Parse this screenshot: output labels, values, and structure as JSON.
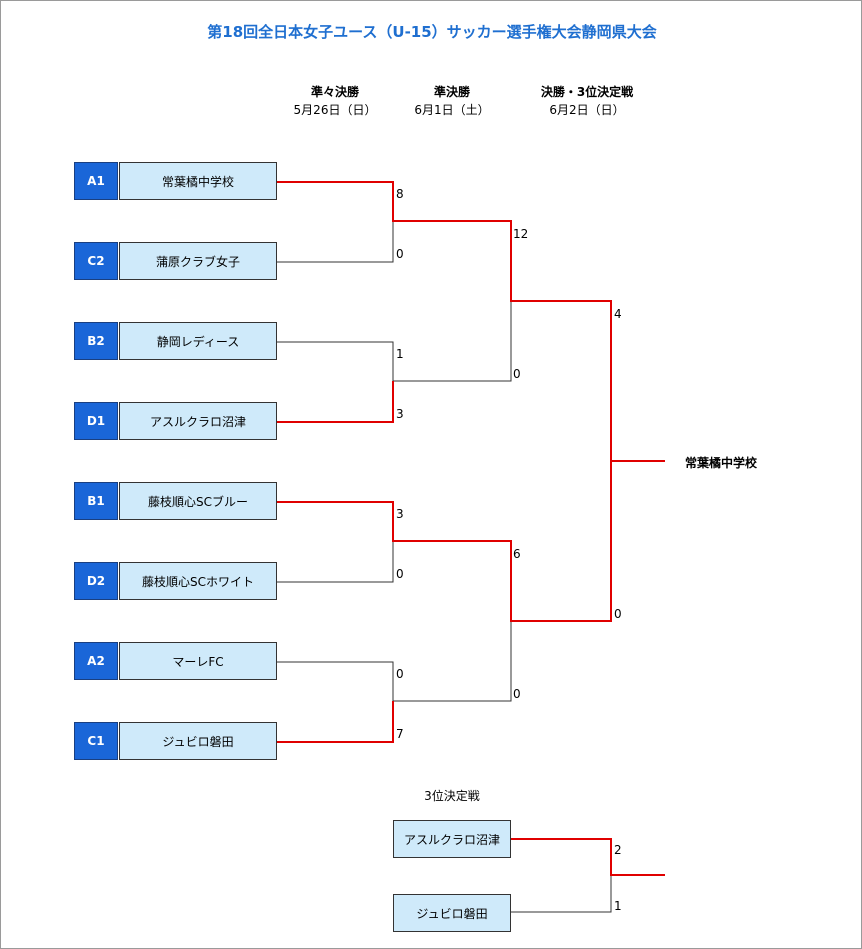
{
  "title": "第18回全日本女子ユース（U-15）サッカー選手権大会静岡県大会",
  "rounds": [
    {
      "name": "準々決勝",
      "date": "5月26日（日）"
    },
    {
      "name": "準決勝",
      "date": "6月1日（土）"
    },
    {
      "name": "決勝・3位決定戦",
      "date": "6月2日（日）"
    }
  ],
  "teams": [
    {
      "seed": "A1",
      "name": "常葉橘中学校"
    },
    {
      "seed": "C2",
      "name": "蒲原クラブ女子"
    },
    {
      "seed": "B2",
      "name": "静岡レディース"
    },
    {
      "seed": "D1",
      "name": "アスルクラロ沼津"
    },
    {
      "seed": "B1",
      "name": "藤枝順心SCブルー"
    },
    {
      "seed": "D2",
      "name": "藤枝順心SCホワイト"
    },
    {
      "seed": "A2",
      "name": "マーレFC"
    },
    {
      "seed": "C1",
      "name": "ジュビロ磐田"
    }
  ],
  "quarterfinal_scores": [
    [
      "8",
      "0"
    ],
    [
      "1",
      "3"
    ],
    [
      "3",
      "0"
    ],
    [
      "0",
      "7"
    ]
  ],
  "semifinal_scores": [
    [
      "12",
      "0"
    ],
    [
      "6",
      "0"
    ]
  ],
  "final_scores": [
    "4",
    "0"
  ],
  "champion": "常葉橘中学校",
  "third_place": {
    "label": "3位決定戦",
    "teams": [
      "アスルクラロ沼津",
      "ジュビロ磐田"
    ],
    "scores": [
      "2",
      "1"
    ]
  },
  "colors": {
    "title": "#1f6fd0",
    "seed_bg": "#1a66d8",
    "team_bg": "#cfeafa",
    "winner_line": "#e00000",
    "loser_line": "#333333"
  }
}
